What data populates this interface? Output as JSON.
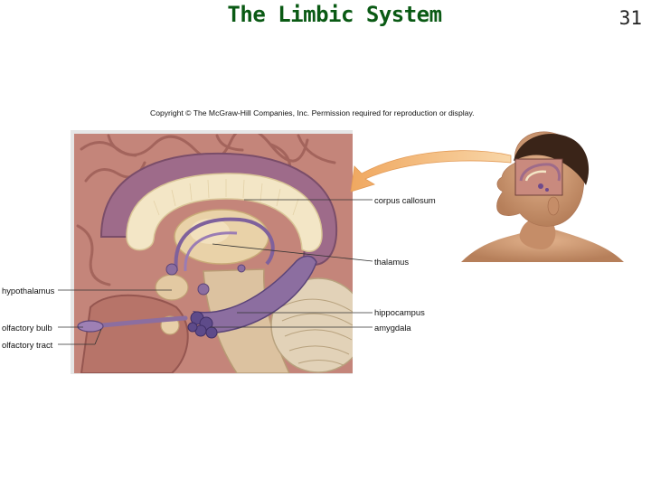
{
  "slide": {
    "title": "The Limbic System",
    "number": "31"
  },
  "figure": {
    "copyright": "Copyright © The McGraw-Hill Companies, Inc. Permission required for reproduction or display.",
    "labels": {
      "corpus_callosum": "corpus callosum",
      "thalamus": "thalamus",
      "hypothalamus": "hypothalamus",
      "hippocampus": "hippocampus",
      "amygdala": "amygdala",
      "olfactory_bulb": "olfactory bulb",
      "olfactory_tract": "olfactory tract"
    },
    "colors": {
      "cortex": "#c98a7e",
      "cortex_dark": "#a4645c",
      "corpus_callosum": "#f3e6c6",
      "limbic": "#8c6ea0",
      "limbic_dark": "#5b4478",
      "skin": "#d6a07a",
      "arrow": "#f2b878"
    }
  }
}
